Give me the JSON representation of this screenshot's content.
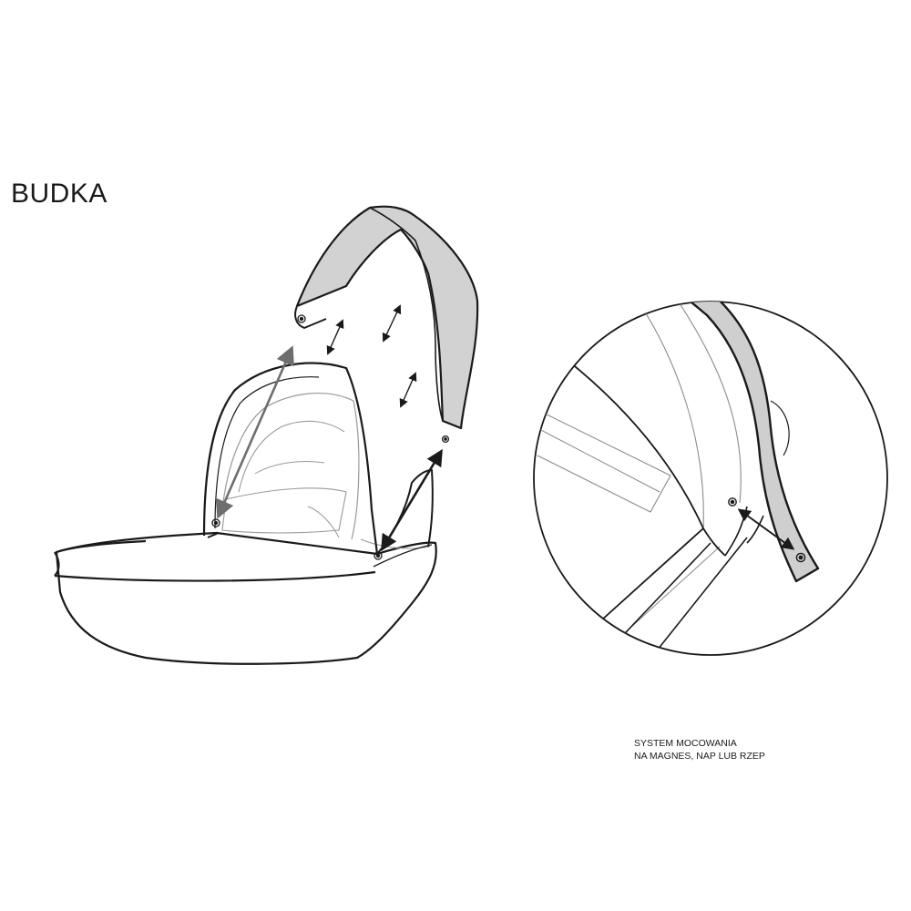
{
  "title": "BUDKA",
  "caption": {
    "line1": "SYSTEM MOCOWANIA",
    "line2": "NA MAGNES, NAP LUB RZEP"
  },
  "colors": {
    "line": "#1a1a1a",
    "thin_line": "#8a8a8a",
    "panel_fill": "#cfcfcf",
    "arrow_grey": "#6e6e6e",
    "background": "#ffffff"
  },
  "icons": [
    "snap-button-icon",
    "double-arrow-icon"
  ]
}
